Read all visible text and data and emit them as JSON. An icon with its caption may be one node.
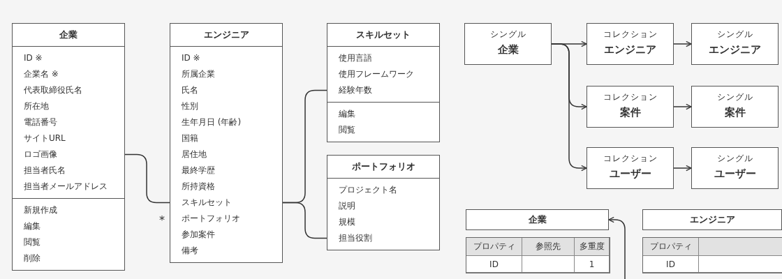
{
  "diagram": {
    "nodes": [
      {
        "text": [
          "企業",
          "ID ※",
          "企業名 ※",
          "代表取締役氏名",
          "所在地",
          "電話番号",
          "サイトURL",
          "ロゴ画像",
          "担当者氏名",
          "担当者メールアドレス",
          "新規作成",
          "編集",
          "閲覧",
          "削除"
        ]
      },
      {
        "text": [
          "エンジニア",
          "ID ※",
          "所属企業",
          "氏名",
          "性別",
          "生年月日 (年齢)",
          "国籍",
          "居住地",
          "最終学歴",
          "所持資格",
          "スキルセット",
          "ポートフォリオ",
          "参加案件",
          "備考"
        ]
      },
      {
        "text": [
          "スキルセット",
          "使用言語",
          "使用フレームワーク",
          "経験年数",
          "編集",
          "閲覧"
        ]
      },
      {
        "text": [
          "ポートフォリオ",
          "プロジェクト名",
          "説明",
          "規模",
          "担当役割"
        ]
      },
      {
        "text": [
          "シングル",
          "企業"
        ]
      },
      {
        "text": [
          "コレクション",
          "エンジニア"
        ]
      },
      {
        "text": [
          "シングル",
          "エンジニア"
        ]
      },
      {
        "text": [
          "コレクション",
          "案件"
        ]
      },
      {
        "text": [
          "シングル",
          "案件"
        ]
      },
      {
        "text": [
          "コレクション",
          "ユーザー"
        ]
      },
      {
        "text": [
          "シングル",
          "ユーザー"
        ]
      },
      {
        "text": [
          "企業"
        ]
      },
      {
        "text": [
          "エンジニア"
        ]
      }
    ],
    "edges": [
      {
        "from": 0,
        "to": 1,
        "arrow": "none",
        "label": "*"
      },
      {
        "from": 1,
        "to": 2,
        "arrow": "none"
      },
      {
        "from": 1,
        "to": 3,
        "arrow": "none"
      },
      {
        "from": 4,
        "to": 5,
        "arrow": "to"
      },
      {
        "from": 4,
        "to": 7,
        "arrow": "to"
      },
      {
        "from": 4,
        "to": 9,
        "arrow": "to"
      },
      {
        "from": 5,
        "to": 6,
        "arrow": "to"
      },
      {
        "from": 7,
        "to": 8,
        "arrow": "to"
      },
      {
        "from": 9,
        "to": 10,
        "arrow": "to"
      },
      {
        "from": null,
        "to": 11,
        "arrow": "to"
      }
    ],
    "labels": [
      "プロパティ",
      "参照先",
      "多重度",
      "プロパティ",
      "ID",
      "1",
      "ID"
    ]
  }
}
